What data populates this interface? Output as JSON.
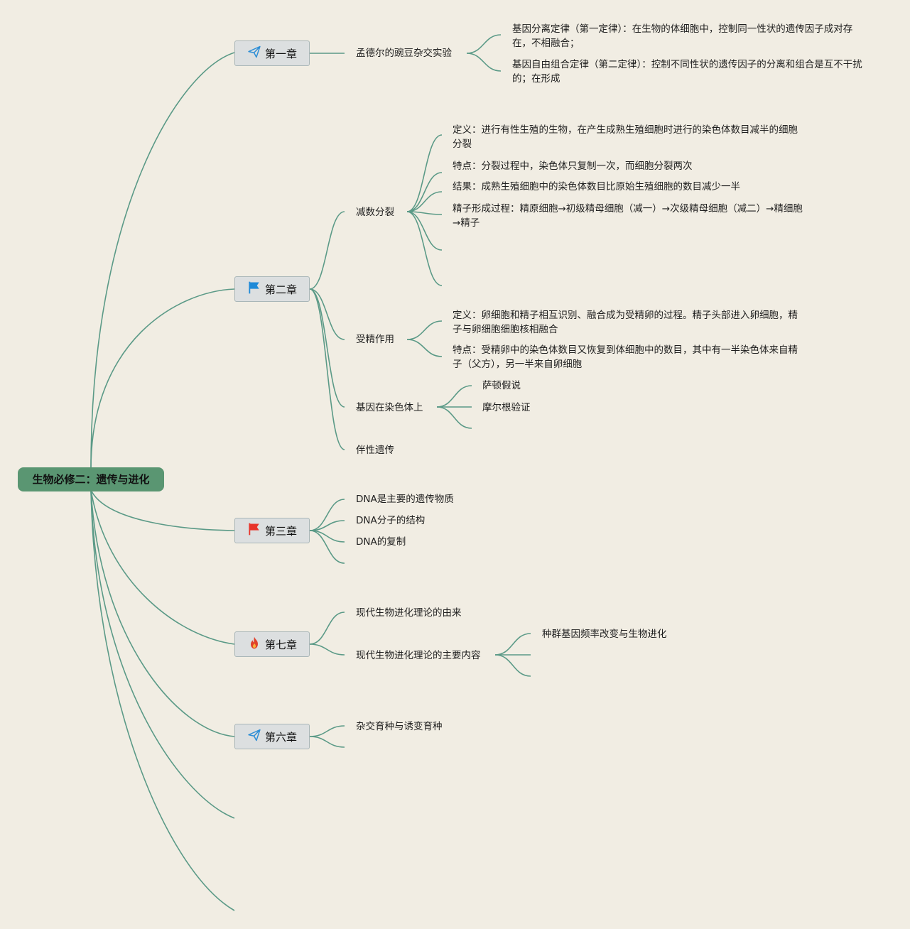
{
  "root": {
    "label": "生物必修二：遗传与进化"
  },
  "chapters": [
    {
      "label": "第一章",
      "icon": "paper-plane-icon",
      "topics": [
        {
          "label": "孟德尔的豌豆杂交实验",
          "leaves": [
            "基因分离定律（第一定律）：在生物的体细胞中，控制同一性状的遗传因子成对存在，不相融合；",
            "基因自由组合定律（第二定律）：控制不同性状的遗传因子的分离和组合是互不干扰的；在形成"
          ]
        }
      ]
    },
    {
      "label": "第二章",
      "icon": "blue-flag-icon",
      "topics": [
        {
          "label": "减数分裂",
          "leaves": [
            "定义：进行有性生殖的生物，在产生成熟生殖细胞时进行的染色体数目减半的细胞分裂",
            "特点：分裂过程中，染色体只复制一次，而细胞分裂两次",
            "结果：成熟生殖细胞中的染色体数目比原始生殖细胞的数目减少一半",
            "精子形成过程：精原细胞→初级精母细胞（减一）→次级精母细胞（减二）→精细胞→精子"
          ]
        },
        {
          "label": "受精作用",
          "leaves": [
            "定义：卵细胞和精子相互识别、融合成为受精卵的过程。精子头部进入卵细胞，精子与卵细胞细胞核相融合",
            "特点：受精卵中的染色体数目又恢复到体细胞中的数目，其中有一半染色体来自精子（父方），另一半来自卵细胞"
          ]
        },
        {
          "label": "基因在染色体上",
          "leaves": [
            "萨顿假说",
            "摩尔根验证"
          ]
        },
        {
          "label": "伴性遗传",
          "leaves": []
        }
      ]
    },
    {
      "label": "第三章",
      "icon": "red-flag-icon",
      "topics": [
        {
          "label": "DNA是主要的遗传物质",
          "leaves": []
        },
        {
          "label": "DNA分子的结构",
          "leaves": []
        },
        {
          "label": "DNA的复制",
          "leaves": []
        }
      ]
    },
    {
      "label": "第七章",
      "icon": "fire-icon",
      "topics": [
        {
          "label": "现代生物进化理论的由来",
          "leaves": []
        },
        {
          "label": "现代生物进化理论的主要内容",
          "leaves": [
            "种群基因频率改变与生物进化"
          ]
        }
      ]
    },
    {
      "label": "第六章",
      "icon": "paper-plane-icon",
      "topics": [
        {
          "label": "杂交育种与诱变育种",
          "leaves": []
        }
      ]
    }
  ],
  "colors": {
    "background": "#f1ede3",
    "link": "#5b9a87",
    "root": "#5a9672",
    "chapter_fill": "#dcdfe0",
    "flag_blue": "#1f8ad8",
    "flag_red": "#e8342a",
    "fire": "#e0402a"
  }
}
